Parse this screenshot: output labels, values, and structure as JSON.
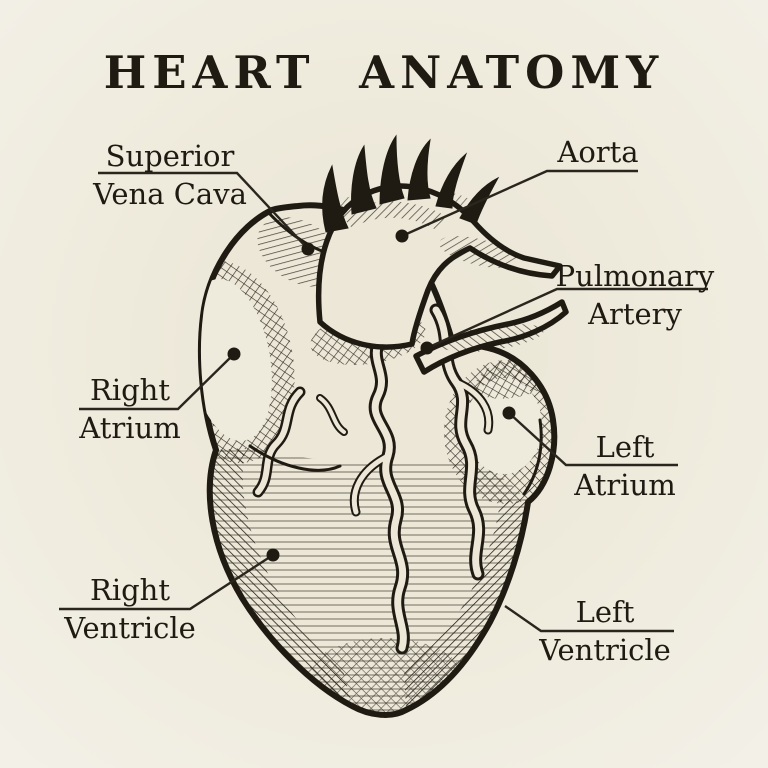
{
  "title": "HEART ANATOMY",
  "colors": {
    "paper_center": "#eae5d4",
    "paper_edge": "#f3f0e8",
    "ink": "#1f1b13",
    "line": "#2a261e"
  },
  "diagram": {
    "labels": [
      {
        "id": "superior-vena-cava",
        "line1": "Superior",
        "line2": "Vena Cava"
      },
      {
        "id": "aorta",
        "line1": "Aorta",
        "line2": ""
      },
      {
        "id": "pulmonary-artery",
        "line1": "Pulmonary",
        "line2": "Artery"
      },
      {
        "id": "right-atrium",
        "line1": "Right",
        "line2": "Atrium"
      },
      {
        "id": "left-atrium",
        "line1": "Left",
        "line2": "Atrium"
      },
      {
        "id": "right-ventricle",
        "line1": "Right",
        "line2": "Ventricle"
      },
      {
        "id": "left-ventricle",
        "line1": "Left",
        "line2": "Ventricle"
      }
    ]
  }
}
